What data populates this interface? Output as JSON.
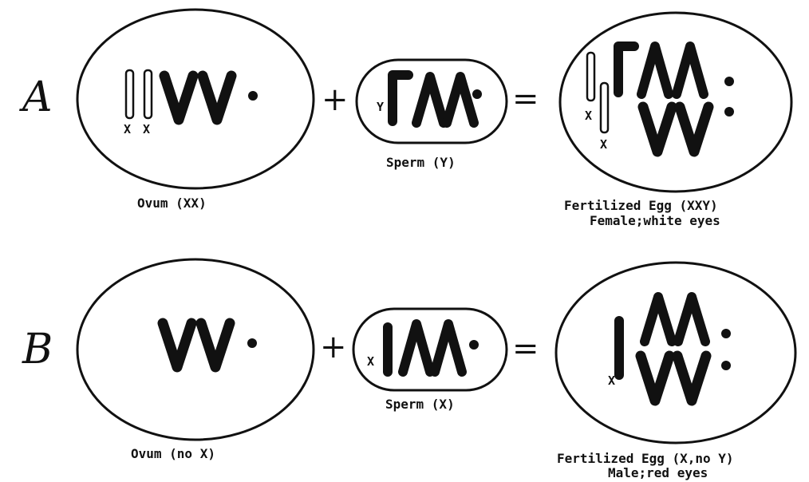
{
  "rows": {
    "a": {
      "label": "A",
      "ovum_caption": "Ovum (XX)",
      "ovum_chrom_labels": [
        "X",
        "X"
      ],
      "sperm_caption": "Sperm (Y)",
      "sperm_chrom_label": "Y",
      "egg_caption_line1": "Fertilized Egg (XXY)",
      "egg_caption_line2": "Female;white eyes",
      "egg_chrom_labels": [
        "X",
        "X"
      ]
    },
    "b": {
      "label": "B",
      "ovum_caption": "Ovum (no X)",
      "sperm_caption": "Sperm (X)",
      "sperm_chrom_label": "X",
      "egg_caption_line1": "Fertilized Egg (X,no Y)",
      "egg_caption_line2": "Male;red eyes",
      "egg_chrom_label": "X"
    }
  },
  "operators": {
    "plus": "+",
    "equals": "="
  },
  "colors": {
    "ink": "#111111",
    "background": "#ffffff"
  }
}
